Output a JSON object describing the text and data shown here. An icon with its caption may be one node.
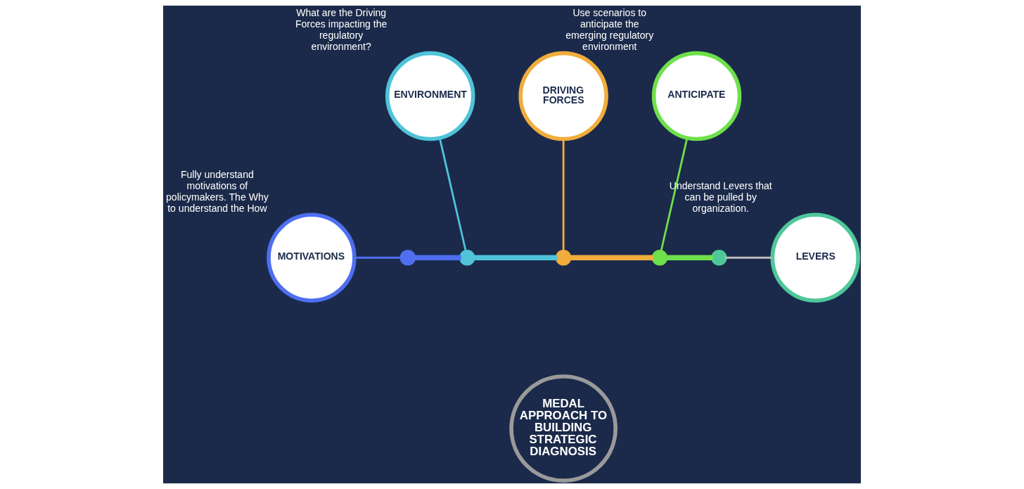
{
  "diagram": {
    "nodes": [
      {
        "text": [
          "MEDAL APPROACH TO BUILDING STRATEGIC DIAGNOSIS"
        ]
      },
      {
        "text": [
          "MOTIVATIONS"
        ],
        "beside": [
          "Fully understand motivations of policymakers. The Why to understand the How"
        ]
      },
      {
        "text": [
          "ENVIRONMENT"
        ],
        "beside": [
          "What are the Driving Forces impacting the regulatory environment?"
        ]
      },
      {
        "text": [
          "DRIVING FORCES"
        ]
      },
      {
        "text": [
          "ANTICIPATE"
        ],
        "beside": [
          "Use scenarios to anticipate the emerging regulatory environment"
        ]
      },
      {
        "text": [
          "LEVERS"
        ],
        "beside": [
          "Understand Levers that can be pulled by organization."
        ]
      },
      {
        "text": [],
        "shape": "circle"
      },
      {
        "text": [],
        "shape": "circle"
      },
      {
        "text": [],
        "shape": "circle"
      },
      {
        "text": [],
        "shape": "circle"
      },
      {
        "text": [],
        "shape": "circle"
      }
    ],
    "edges": [
      {
        "from": 1,
        "to": 6,
        "arrow": "none",
        "color": "#4f6ef0"
      },
      {
        "from": 2,
        "to": 7,
        "arrow": "none",
        "color": "#4fc3d9"
      },
      {
        "from": 3,
        "to": 8,
        "arrow": "none",
        "color": "#f0ad3c"
      },
      {
        "from": 4,
        "to": 9,
        "arrow": "none",
        "color": "#6ee04a"
      },
      {
        "from": 5,
        "to": 10,
        "arrow": "none",
        "color": "#bbbbbb"
      },
      {
        "from": 6,
        "to": 7,
        "arrow": "none",
        "style": "thick",
        "color": "#4f6ef0"
      },
      {
        "from": 7,
        "to": 8,
        "arrow": "none",
        "style": "thick",
        "color": "#4fc3d9"
      },
      {
        "from": 8,
        "to": 9,
        "arrow": "none",
        "style": "thick",
        "color": "#f0ad3c"
      },
      {
        "from": 9,
        "to": 10,
        "arrow": "none",
        "style": "thick",
        "color": "#6ee04a"
      }
    ]
  }
}
